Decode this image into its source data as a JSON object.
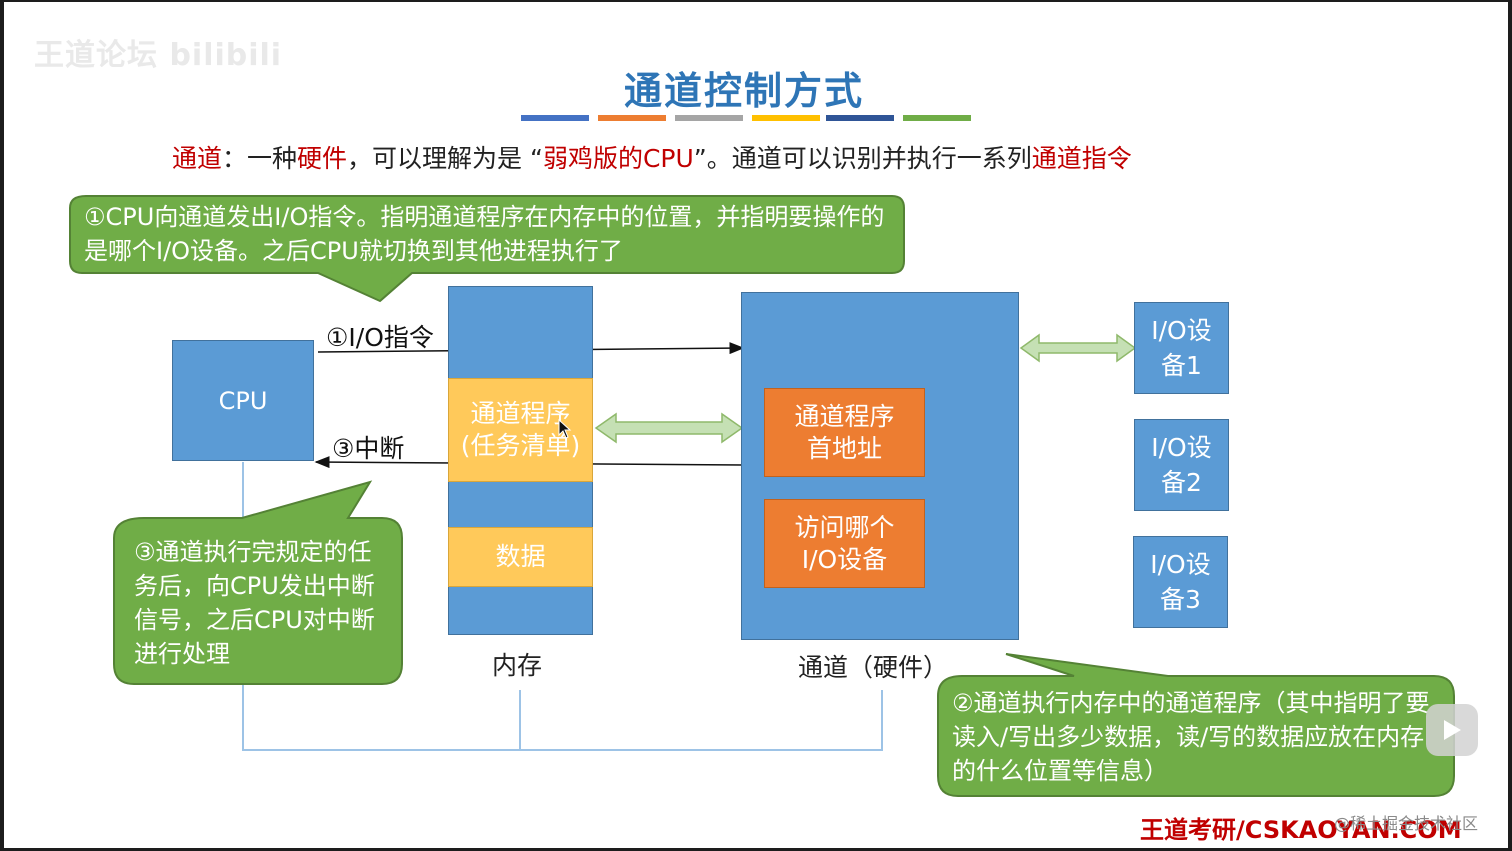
{
  "watermark": "王道论坛 bilibili",
  "title": "通道控制方式",
  "title_bar_colors": [
    "#4472c4",
    "#ed7d31",
    "#a5a5a5",
    "#ffc000",
    "#2f5597",
    "#70ad47"
  ],
  "intro": {
    "t1": "通道",
    "t2": "：一种",
    "t3": "硬件",
    "t4": "，可以理解为是 “",
    "t5": "弱鸡版的CPU",
    "t6": "”。通道可以识别并执行一系列",
    "t7": "通道指令"
  },
  "callouts": {
    "step1": "①CPU向通道发出I/O指令。指明通道程序在内存中的位置，并指明要操作的是哪个I/O设备。之后CPU就切换到其他进程执行了",
    "step3": "③通道执行完规定的任务后，向CPU发出中断信号，之后CPU对中断进行处理",
    "step2": "②通道执行内存中的通道程序（其中指明了要读入/写出多少数据，读/写的数据应放在内存的什么位置等信息）"
  },
  "cpu": {
    "label": "CPU"
  },
  "memory": {
    "channel_program": "通道程序\n(任务清单)",
    "data": "数据",
    "caption": "内存"
  },
  "channel": {
    "start_address": "通道程序\n首地址",
    "which_device": "访问哪个\nI/O设备",
    "caption": "通道（硬件）"
  },
  "devices": [
    "I/O设\n备1",
    "I/O设\n备2",
    "I/O设\n备3"
  ],
  "arrows": {
    "io_instruction": "①I/O指令",
    "interrupt": "③中断"
  },
  "footer": "王道考研/CSKAOYAN.COM",
  "corner_watermark": "@稀土掘金技术社区"
}
